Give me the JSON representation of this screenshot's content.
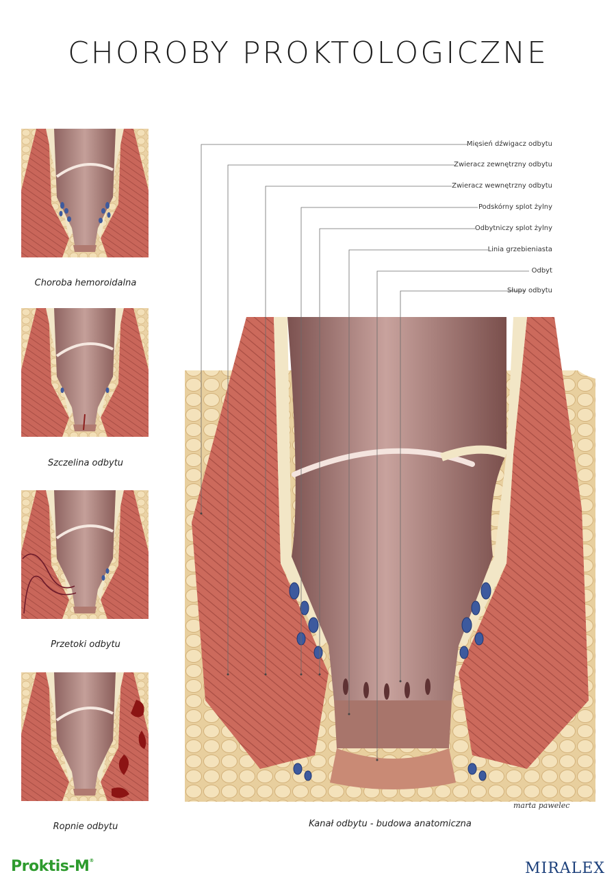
{
  "title": "CHOROBY PROKTOLOGICZNE",
  "thumbnails": [
    {
      "caption": "Choroba hemoroidalna",
      "icon": "hemorrhoid-diagram"
    },
    {
      "caption": "Szczelina odbytu",
      "icon": "fissure-diagram"
    },
    {
      "caption": "Przetoki odbytu",
      "icon": "fistula-diagram"
    },
    {
      "caption": "Ropnie odbytu",
      "icon": "abscess-diagram"
    }
  ],
  "labels": [
    "Mięsień dźwigacz odbytu",
    "Zwieracz zewnętrzny odbytu",
    "Zwieracz wewnętrzny odbytu",
    "Podskórny splot żylny",
    "Odbytniczy splot żylny",
    "Linia grzebieniasta",
    "Odbyt",
    "Słupy odbytu"
  ],
  "main_caption": "Kanał odbytu - budowa anatomiczna",
  "signature": "marta pawelec",
  "brand_left": "Proktis-M",
  "brand_left_mark": "®",
  "brand_right": "MIRALEX",
  "colors": {
    "muscle": "#c9665a",
    "mucosa": "#b88a86",
    "fat": "#ead2a6",
    "vein": "#3d5a9e",
    "fascia": "#f1e6c8",
    "brand_green": "#2e9b2e",
    "brand_blue": "#1b3f7a"
  }
}
